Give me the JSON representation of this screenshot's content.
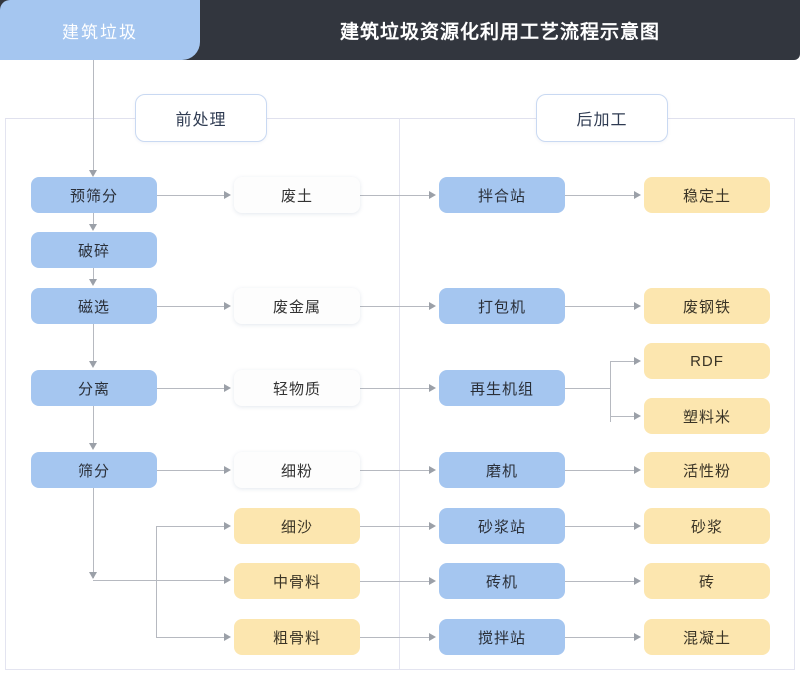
{
  "header": {
    "tab_label": "建筑垃圾",
    "title": "建筑垃圾资源化利用工艺流程示意图",
    "bar_color": "#32363E",
    "tab_color": "#A5C6F0"
  },
  "sections": {
    "pre": "前处理",
    "post": "后加工"
  },
  "palette": {
    "blue": "#A5C6F0",
    "white": "#FDFDFD",
    "yellow": "#FCE6AF",
    "line": "#B6B9C0",
    "frame": "#E3E4F0"
  },
  "columns": {
    "process": [
      {
        "label": "预筛分",
        "type": "blue"
      },
      {
        "label": "破碎",
        "type": "blue"
      },
      {
        "label": "磁选",
        "type": "blue"
      },
      {
        "label": "分离",
        "type": "blue"
      },
      {
        "label": "筛分",
        "type": "blue"
      }
    ],
    "intermediate": [
      {
        "label": "废土",
        "type": "white"
      },
      {
        "label": "废金属",
        "type": "white"
      },
      {
        "label": "轻物质",
        "type": "white"
      },
      {
        "label": "细粉",
        "type": "white"
      },
      {
        "label": "细沙",
        "type": "yellow"
      },
      {
        "label": "中骨料",
        "type": "yellow"
      },
      {
        "label": "粗骨料",
        "type": "yellow"
      }
    ],
    "equipment": [
      {
        "label": "拌合站",
        "type": "blue"
      },
      {
        "label": "打包机",
        "type": "blue"
      },
      {
        "label": "再生机组",
        "type": "blue"
      },
      {
        "label": "磨机",
        "type": "blue"
      },
      {
        "label": "砂浆站",
        "type": "blue"
      },
      {
        "label": "砖机",
        "type": "blue"
      },
      {
        "label": "搅拌站",
        "type": "blue"
      }
    ],
    "product": [
      {
        "label": "稳定土",
        "type": "yellow"
      },
      {
        "label": "废钢铁",
        "type": "yellow"
      },
      {
        "label": "RDF",
        "type": "yellow"
      },
      {
        "label": "塑料米",
        "type": "yellow"
      },
      {
        "label": "活性粉",
        "type": "yellow"
      },
      {
        "label": "砂浆",
        "type": "yellow"
      },
      {
        "label": "砖",
        "type": "yellow"
      },
      {
        "label": "混凝土",
        "type": "yellow"
      }
    ]
  },
  "flow": {
    "chain": [
      "建筑垃圾",
      "预筛分",
      "破碎",
      "磁选",
      "分离",
      "筛分"
    ],
    "edges": [
      {
        "from": "建筑垃圾",
        "to": "预筛分"
      },
      {
        "from": "预筛分",
        "to": "破碎"
      },
      {
        "from": "破碎",
        "to": "磁选"
      },
      {
        "from": "磁选",
        "to": "分离"
      },
      {
        "from": "分离",
        "to": "筛分"
      },
      {
        "from": "预筛分",
        "to": "废土"
      },
      {
        "from": "磁选",
        "to": "废金属"
      },
      {
        "from": "分离",
        "to": "轻物质"
      },
      {
        "from": "筛分",
        "to": "细粉"
      },
      {
        "from": "筛分",
        "to": "细沙"
      },
      {
        "from": "筛分",
        "to": "中骨料"
      },
      {
        "from": "筛分",
        "to": "粗骨料"
      },
      {
        "from": "废土",
        "to": "拌合站"
      },
      {
        "from": "废金属",
        "to": "打包机"
      },
      {
        "from": "轻物质",
        "to": "再生机组"
      },
      {
        "from": "细粉",
        "to": "磨机"
      },
      {
        "from": "细沙",
        "to": "砂浆站"
      },
      {
        "from": "中骨料",
        "to": "砖机"
      },
      {
        "from": "粗骨料",
        "to": "搅拌站"
      },
      {
        "from": "拌合站",
        "to": "稳定土"
      },
      {
        "from": "打包机",
        "to": "废钢铁"
      },
      {
        "from": "再生机组",
        "to": "RDF"
      },
      {
        "from": "再生机组",
        "to": "塑料米"
      },
      {
        "from": "磨机",
        "to": "活性粉"
      },
      {
        "from": "砂浆站",
        "to": "砂浆"
      },
      {
        "from": "砖机",
        "to": "砖"
      },
      {
        "from": "搅拌站",
        "to": "混凝土"
      }
    ]
  }
}
